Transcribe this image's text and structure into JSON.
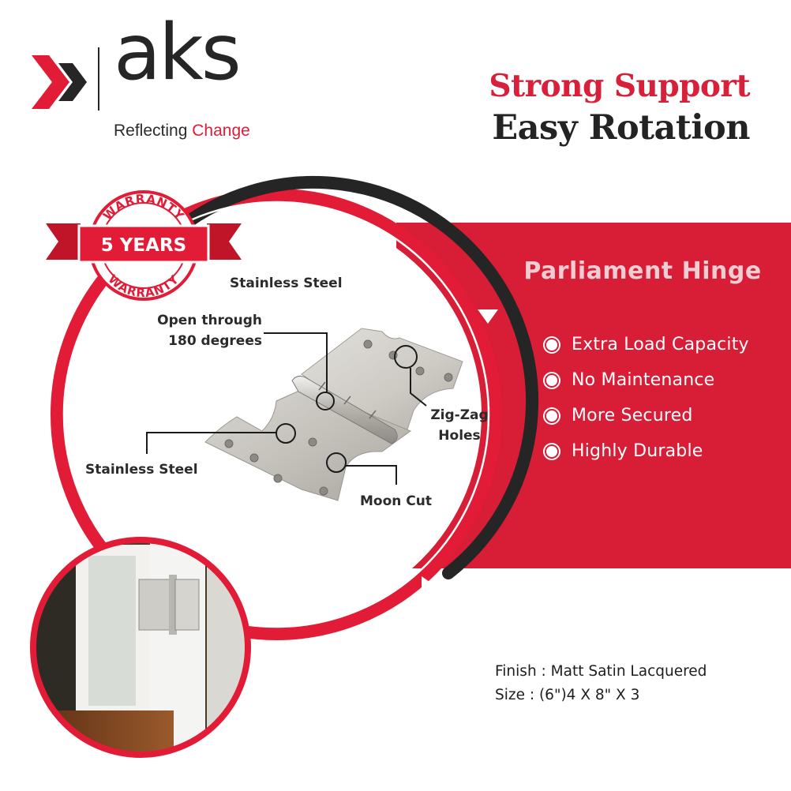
{
  "brand": {
    "name": "aks",
    "tagline_prefix": "Reflecting",
    "tagline_accent": "Change",
    "accent_color": "#e21b36",
    "dark_color": "#262626"
  },
  "headline": {
    "line1": "Strong Support",
    "line2": "Easy Rotation"
  },
  "warranty": {
    "top_text": "WARRANTY",
    "years": "5 YEARS",
    "bottom_text": "WARRANTY"
  },
  "product": {
    "title": "Parliament Hinge",
    "features": [
      "Extra Load Capacity",
      "No Maintenance",
      "More Secured",
      "Highly Durable"
    ]
  },
  "callouts": {
    "material_top": "Stainless Steel",
    "open_line1": "Open through",
    "open_line2": "180 degrees",
    "zigzag_line1": "Zig-Zag",
    "zigzag_line2": "Holes",
    "material_left": "Stainless Steel",
    "moon_cut": "Moon Cut"
  },
  "specs": {
    "finish": "Finish : Matt Satin Lacquered",
    "size": "Size : (6\")4 X 8\" X 3"
  },
  "icons": [
    "chevron-right-double-icon",
    "bullet-circle-icon",
    "arrow-down-icon"
  ]
}
